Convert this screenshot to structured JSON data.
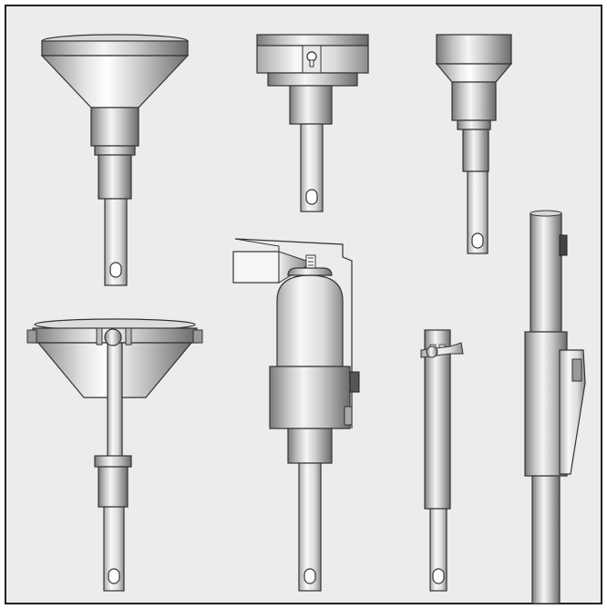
{
  "figure": {
    "background": "#ececec",
    "frame_color": "#222222",
    "metal_light": "#f4f4f4",
    "metal_mid": "#b9b9b9",
    "metal_dark": "#6f6f6f",
    "items": [
      {
        "name": "large-funnel-attachment"
      },
      {
        "name": "ring-clamp-attachment"
      },
      {
        "name": "small-funnel-attachment"
      },
      {
        "name": "telescopic-extension-pole"
      },
      {
        "name": "hinged-funnel-attachment"
      },
      {
        "name": "aerosol-can-tester-attachment"
      },
      {
        "name": "wing-nut-extension-rod"
      }
    ]
  }
}
